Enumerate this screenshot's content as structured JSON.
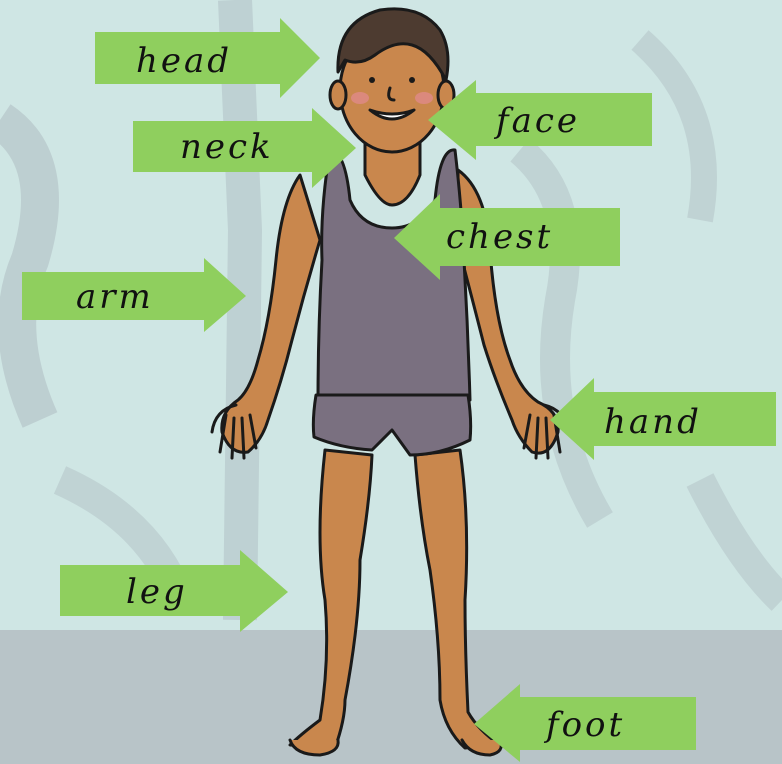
{
  "colors": {
    "background": "#cfe6e4",
    "arrow": "#8fcf5e",
    "skin": "#c9874d",
    "vest": "#7a7080",
    "outline": "#1a1a1a"
  },
  "labels": {
    "head": "head",
    "face": "face",
    "neck": "neck",
    "chest": "chest",
    "arm": "arm",
    "hand": "hand",
    "leg": "leg",
    "foot": "foot"
  }
}
